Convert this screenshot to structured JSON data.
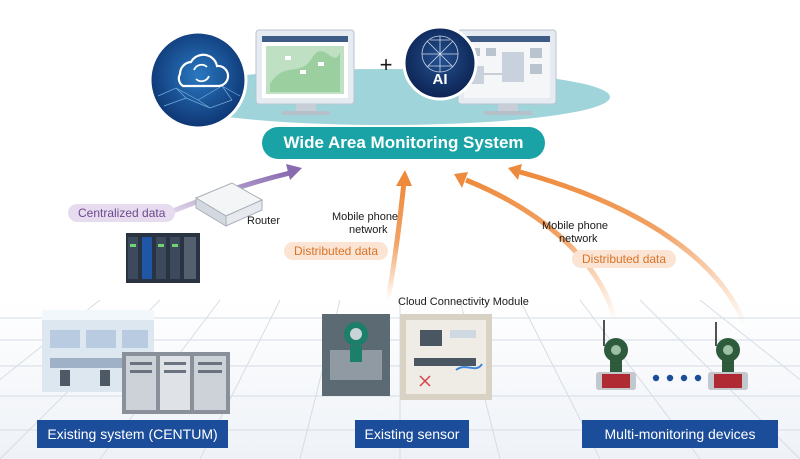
{
  "title": "Wide Area Monitoring System",
  "plus_sign": "+",
  "ai_label": "AI",
  "labels": {
    "router": "Router",
    "centralized": "Centralized data",
    "mobile_network_1_line1": "Mobile phone",
    "mobile_network_1_line2": "network",
    "distributed_1": "Distributed data",
    "cloud_module": "Cloud Connectivity Module",
    "mobile_network_2_line1": "Mobile phone",
    "mobile_network_2_line2": "network",
    "distributed_2": "Distributed data"
  },
  "bottom_labels": {
    "existing_system": "Existing system (CENTUM)",
    "existing_sensor": "Existing sensor",
    "multi_monitoring": "Multi-monitoring devices"
  },
  "colors": {
    "teal": "#1aa3a6",
    "navy": "#1b4d9a",
    "purple_arrow": "#8a6bb0",
    "orange_arrow": "#ee8a3c",
    "ellipse": "#9fd4da"
  },
  "icons": [
    "cloud-sync-icon",
    "ai-network-icon",
    "monitor-icon",
    "router-icon",
    "controller-icon",
    "transmitter-icon",
    "flowmeter-icon"
  ]
}
